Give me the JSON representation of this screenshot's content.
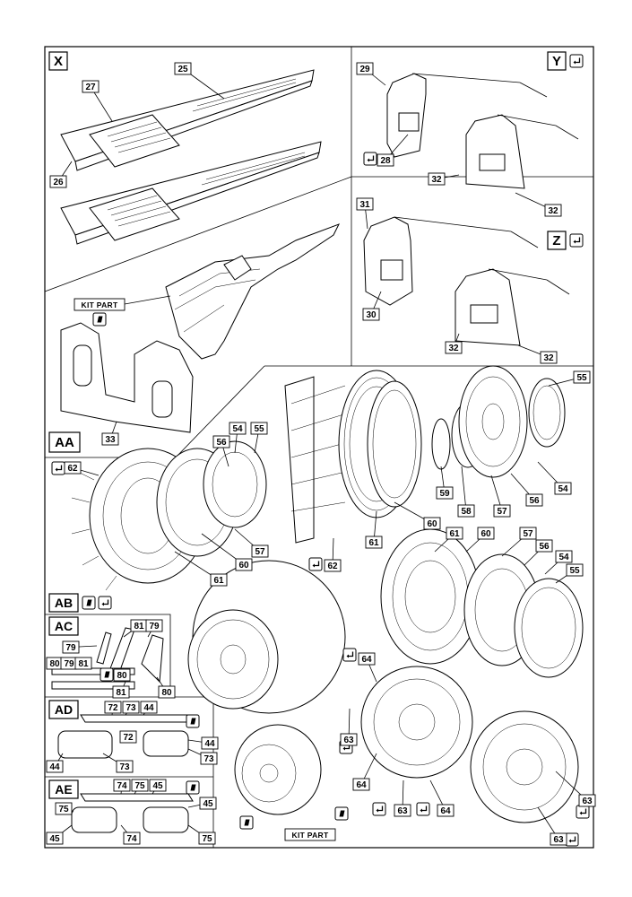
{
  "sections": {
    "X": {
      "label": "X"
    },
    "Y": {
      "label": "Y"
    },
    "Z": {
      "label": "Z"
    },
    "AA": {
      "label": "AA"
    },
    "AB": {
      "label": "AB"
    },
    "AC": {
      "label": "AC"
    },
    "AD": {
      "label": "AD"
    },
    "AE": {
      "label": "AE"
    }
  },
  "kit_part_label": "KIT PART",
  "part_numbers": {
    "p25": "25",
    "p26": "26",
    "p27": "27",
    "p28": "28",
    "p29": "29",
    "p30": "30",
    "p31": "31",
    "p32": "32",
    "p33": "33",
    "p44": "44",
    "p45": "45",
    "p54": "54",
    "p55": "55",
    "p56": "56",
    "p57": "57",
    "p58": "58",
    "p59": "59",
    "p60": "60",
    "p61": "61",
    "p62": "62",
    "p63": "63",
    "p64": "64",
    "p72": "72",
    "p73": "73",
    "p74": "74",
    "p75": "75",
    "p79": "79",
    "p80": "80",
    "p81": "81"
  },
  "icons": {
    "flip": "return-arrow-icon",
    "decal": "parallelogram-flag-icon"
  }
}
